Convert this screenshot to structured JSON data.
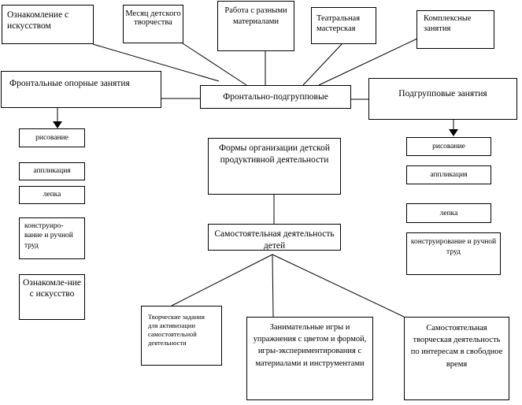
{
  "diagram": {
    "top": {
      "art": "Ознакомление с искусством",
      "month": "Месяц детского творчества",
      "materials": "Работа с разными материалами",
      "theatre": "Театральная мастерская",
      "complex": "Комплексные занятия"
    },
    "frontal_support": "Фронтальные опорные занятия",
    "frontal_group": "Фронтально-подгрупповые",
    "subgroup": "Подгрупповые занятия",
    "forms": "Формы организации детской продуктивной деятельности",
    "independent": "Самостоятельная деятельность детей",
    "left_list": {
      "drawing": "рисование",
      "applique": "аппликация",
      "modeling": "лепка",
      "construction": "конструиро-вание и ручной труд",
      "art": "Ознакомле-ние с искусство"
    },
    "right_list": {
      "drawing": "рисование",
      "applique": "аппликация",
      "modeling": "лепка",
      "construction": "конструирование и ручной труд"
    },
    "bottom": {
      "tasks": "Творческие задания для активизации самостоятельной деятельности",
      "games": "Занимательные игры и упражнения с цветом и формой, игры-экспериментирования с материалами и инструментами",
      "free": "Самостоятельная творческая деятельность по интересам в свободное время"
    }
  }
}
